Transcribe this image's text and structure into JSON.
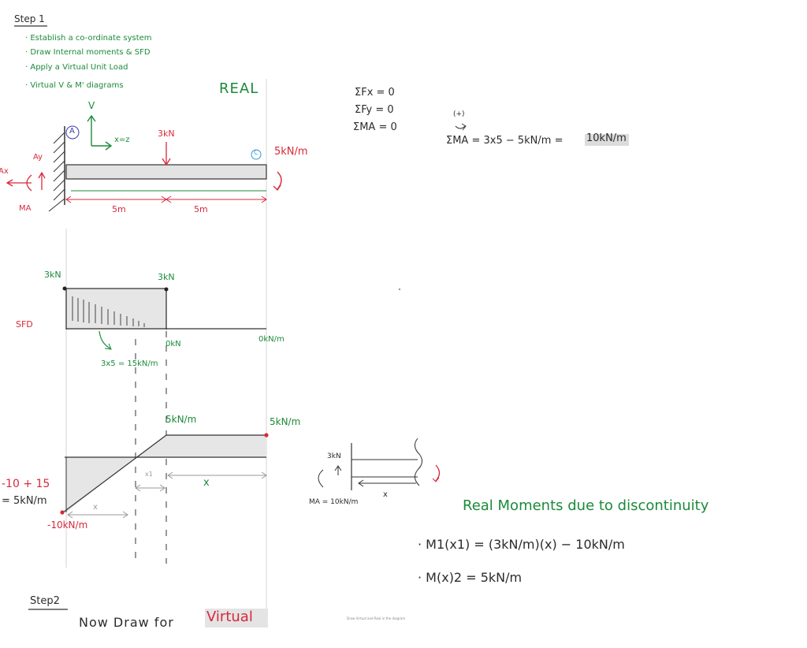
{
  "step1": {
    "title": "Step 1",
    "bullets": [
      "· Establish a co-ordinate system",
      "· Draw Internal moments & SFD",
      "· Apply a Virtual Unit Load",
      "· Virtual V & M' diagrams"
    ],
    "bullet_v_mark": "V"
  },
  "real_label": "REAL",
  "beam": {
    "support_a": "A",
    "support_c": "C",
    "axis_label": "x=z",
    "vertical_axis": "V",
    "load": "3kN",
    "moment_c": "5kN/m",
    "reaction_ay": "Ay",
    "reaction_ax": "Ax",
    "reaction_ma": "MA",
    "span_left": "5m",
    "span_right": "5m"
  },
  "equilibrium": {
    "eq1": "ΣFx = 0",
    "eq2": "ΣFy = 0",
    "eq3": "ΣMA = 0",
    "sign": "(+)",
    "moment_eq": "ΣMA = 3x5 − 5kN/m =",
    "moment_result": "10kN/m"
  },
  "sfd": {
    "left_value": "3kN",
    "mid_value": "3kN",
    "label": "SFD",
    "zero_mid": "0kN",
    "zero_end": "0kN/m",
    "area_note": "3x5 = 15kN/m"
  },
  "bmd": {
    "mid_value": "5kN/m",
    "end_value": "5kN/m",
    "left_calc_1": "-10 + 15",
    "left_calc_2": "= 5kN/m",
    "left_value": "-10kN/m",
    "x_label_left": "x",
    "x1_label": "x1",
    "x_label_right": "x"
  },
  "fbd": {
    "force": "3kN",
    "moment": "MA = 10kN/m",
    "x": "x"
  },
  "real_moments": {
    "title": "Real Moments due to discontinuity",
    "m1": "· M1(x1) = (3kN/m)(x) − 10kN/m",
    "m2": "· M(x)2 = 5kN/m"
  },
  "step2": {
    "title": "Step2",
    "text": "Now Draw for",
    "virtual": "Virtual"
  },
  "tiny_note": "Draw Virtual and Real in the diagram"
}
